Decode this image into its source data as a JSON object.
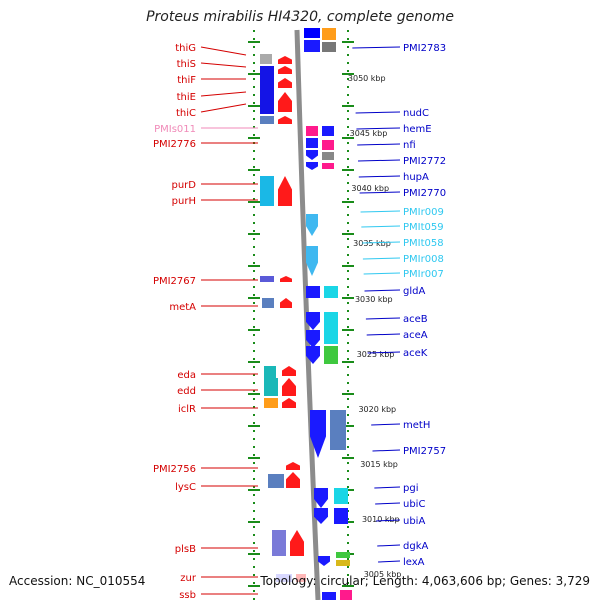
{
  "title": "Proteus mirabilis HI4320, complete genome",
  "footer": {
    "accession": "Accession: NC_010554",
    "info": "Topology: circular; Length: 4,063,606 bp; Genes: 3,729"
  },
  "colors": {
    "left_label": "#d40000",
    "right_label": "#0000c8",
    "rna_label_left": "#f08ab8",
    "rna_label_right": "#2fc8f0",
    "backbone": "#8c8c8c",
    "tick": "#1a8c1a"
  },
  "kbp_labels": [
    "3050 kbp",
    "3045 kbp",
    "3040 kbp",
    "3035 kbp",
    "3030 kbp",
    "3025 kbp",
    "3020 kbp",
    "3015 kbp",
    "3010 kbp",
    "3005 kbp"
  ],
  "left_genes": [
    {
      "label": "thiG",
      "type": "gene"
    },
    {
      "label": "thiS",
      "type": "gene"
    },
    {
      "label": "thiF",
      "type": "gene"
    },
    {
      "label": "thiE",
      "type": "gene"
    },
    {
      "label": "thiC",
      "type": "gene"
    },
    {
      "label": "PMIs011",
      "type": "rna"
    },
    {
      "label": "PMI2776",
      "type": "gene"
    },
    {
      "label": "purD",
      "type": "gene"
    },
    {
      "label": "purH",
      "type": "gene"
    },
    {
      "label": "PMI2767",
      "type": "gene"
    },
    {
      "label": "metA",
      "type": "gene"
    },
    {
      "label": "eda",
      "type": "gene"
    },
    {
      "label": "edd",
      "type": "gene"
    },
    {
      "label": "iclR",
      "type": "gene"
    },
    {
      "label": "PMI2756",
      "type": "gene"
    },
    {
      "label": "lysC",
      "type": "gene"
    },
    {
      "label": "plsB",
      "type": "gene"
    },
    {
      "label": "zur",
      "type": "gene"
    },
    {
      "label": "ssb",
      "type": "gene"
    }
  ],
  "right_genes": [
    {
      "label": "PMI2783",
      "type": "gene"
    },
    {
      "label": "nudC",
      "type": "gene"
    },
    {
      "label": "hemE",
      "type": "gene"
    },
    {
      "label": "nfi",
      "type": "gene"
    },
    {
      "label": "PMI2772",
      "type": "gene"
    },
    {
      "label": "hupA",
      "type": "gene"
    },
    {
      "label": "PMI2770",
      "type": "gene"
    },
    {
      "label": "PMIr009",
      "type": "rna"
    },
    {
      "label": "PMIt059",
      "type": "rna"
    },
    {
      "label": "PMIt058",
      "type": "rna"
    },
    {
      "label": "PMIr008",
      "type": "rna"
    },
    {
      "label": "PMIr007",
      "type": "rna"
    },
    {
      "label": "gldA",
      "type": "gene"
    },
    {
      "label": "aceB",
      "type": "gene"
    },
    {
      "label": "aceA",
      "type": "gene"
    },
    {
      "label": "aceK",
      "type": "gene"
    },
    {
      "label": "metH",
      "type": "gene"
    },
    {
      "label": "PMI2757",
      "type": "gene"
    },
    {
      "label": "pgi",
      "type": "gene"
    },
    {
      "label": "ubiC",
      "type": "gene"
    },
    {
      "label": "ubiA",
      "type": "gene"
    },
    {
      "label": "dgkA",
      "type": "gene"
    },
    {
      "label": "lexA",
      "type": "gene"
    }
  ]
}
